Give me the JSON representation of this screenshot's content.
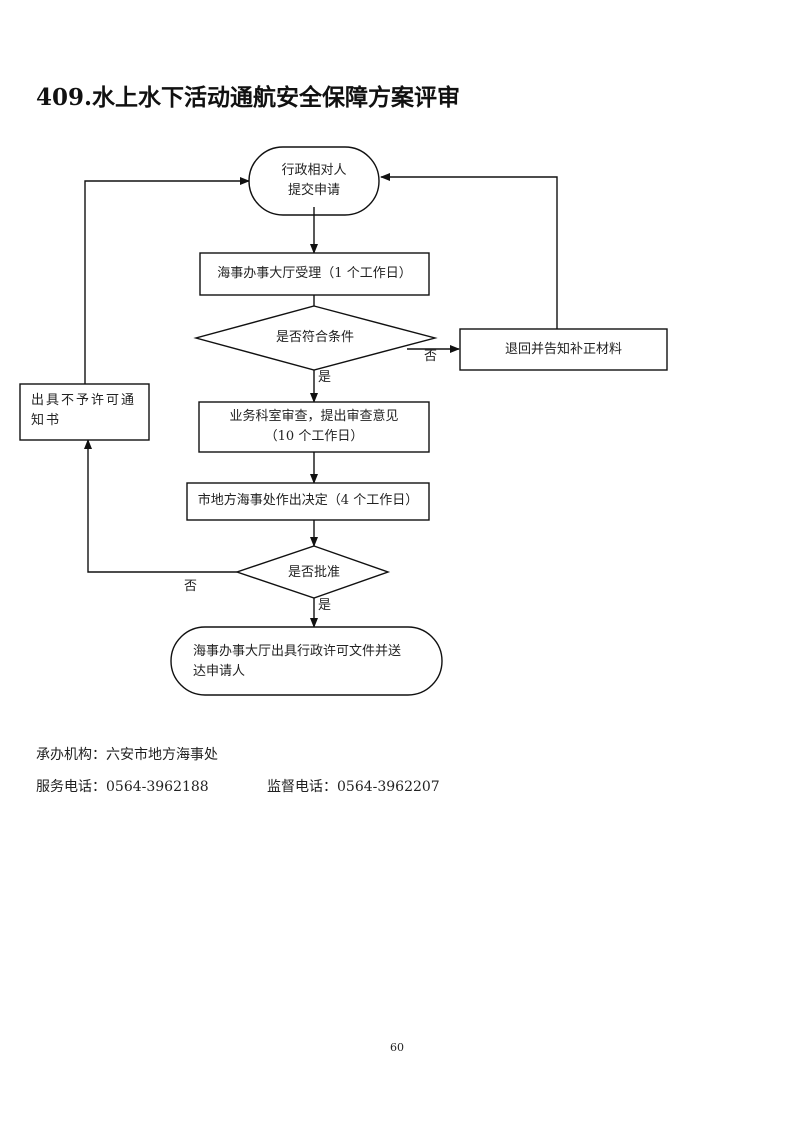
{
  "document": {
    "title": "409.水上水下活动通航安全保障方案评审",
    "page_number": "60"
  },
  "flowchart": {
    "start": {
      "line1": "行政相对人",
      "line2": "提交申请"
    },
    "accept": "海事办事大厅受理（1 个工作日）",
    "check_condition": "是否符合条件",
    "return_materials": "退回并告知补正材料",
    "review": {
      "line1": "业务科室审查，提出审查意见",
      "line2": "（10 个工作日）"
    },
    "decision": "市地方海事处作出决定（4 个工作日）",
    "approve_check": "是否批准",
    "deny_notice": {
      "line1": "出具不予许可通",
      "line2": "知书"
    },
    "issue": {
      "line1": "海事办事大厅出具行政许可文件并送",
      "line2": "达申请人"
    },
    "labels": {
      "no_condition": "否",
      "yes_condition": "是",
      "no_approve": "否",
      "yes_approve": "是"
    }
  },
  "footer": {
    "agency": "承办机构：六安市地方海事处",
    "service_phone": "服务电话：0564-3962188",
    "supervision_phone": "监督电话：0564-3962207"
  }
}
